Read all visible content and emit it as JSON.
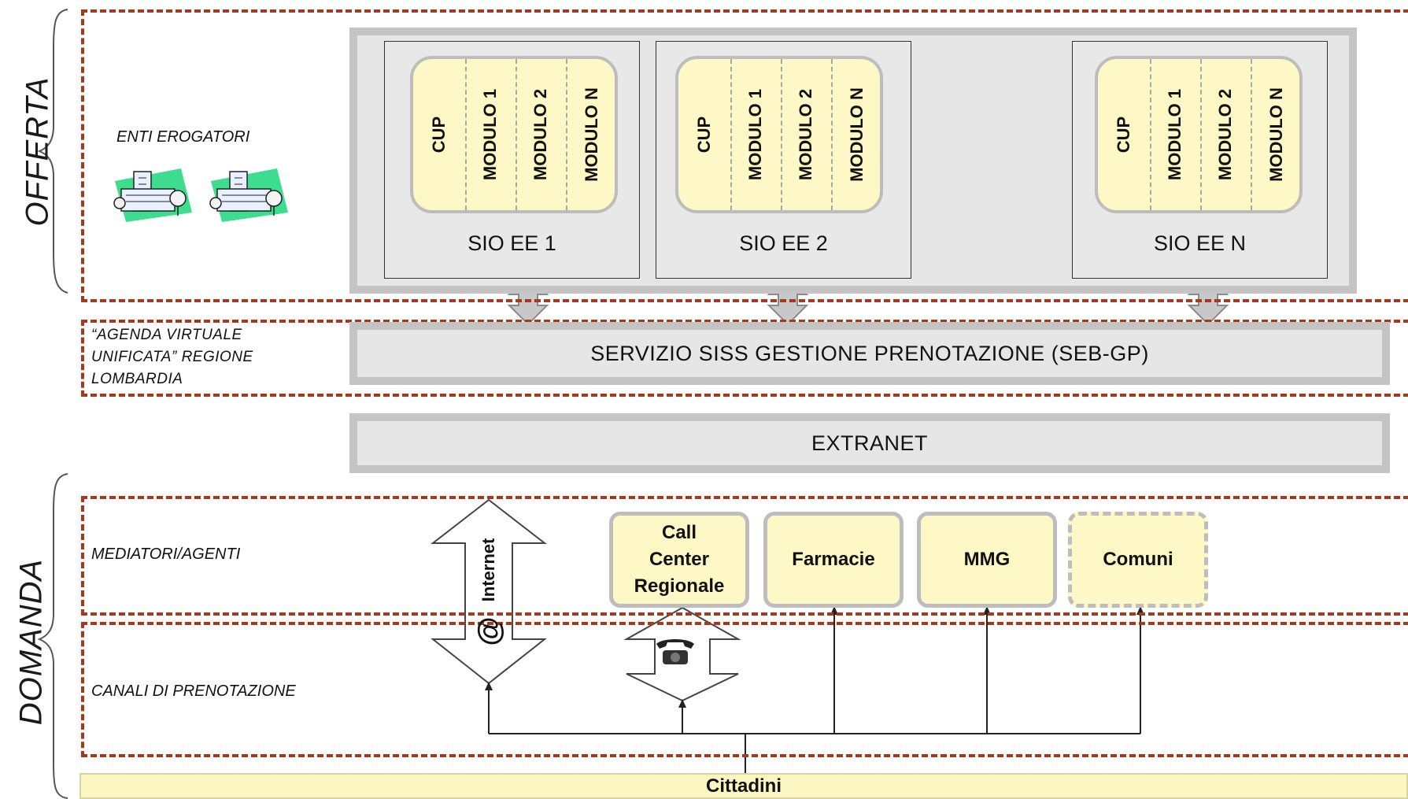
{
  "side_labels": {
    "offerta": "OFFERTA",
    "domanda": "DOMANDA"
  },
  "offerta": {
    "enti_label": "ENTI EROGATORI",
    "sio_boxes": [
      {
        "title": "SIO EE 1",
        "modules": [
          "CUP",
          "MODULO 1",
          "MODULO 2",
          "MODULO N"
        ]
      },
      {
        "title": "SIO EE 2",
        "modules": [
          "CUP",
          "MODULO 1",
          "MODULO 2",
          "MODULO N"
        ]
      },
      {
        "title": "SIO EE N",
        "modules": [
          "CUP",
          "MODULO 1",
          "MODULO 2",
          "MODULO N"
        ]
      }
    ]
  },
  "agenda": {
    "label_lines": [
      "“AGENDA VIRTUALE",
      "UNIFICATA” REGIONE",
      "LOMBARDIA"
    ],
    "service": "SERVIZIO SISS GESTIONE PRENOTAZIONE (SEB-GP)"
  },
  "extranet": "EXTRANET",
  "domanda": {
    "mediatori_label": "MEDIATORI/AGENTI",
    "canali_label": "CANALI DI PRENOTAZIONE",
    "internet_label": "Internet",
    "at_symbol": "@",
    "channels": [
      {
        "label": "Call Center Regionale",
        "dashed": false
      },
      {
        "label": "Farmacie",
        "dashed": false
      },
      {
        "label": "MMG",
        "dashed": false
      },
      {
        "label": "Comuni",
        "dashed": true
      }
    ],
    "cittadini": "Cittadini"
  },
  "colors": {
    "dash_border": "#a33a1e",
    "panel_fill": "#fdf8c6",
    "gray_fill": "#e6e6e6",
    "gray_border": "#c4c4c4"
  },
  "icons": [
    "hospital-icon",
    "hospital-icon",
    "telephone-icon"
  ]
}
